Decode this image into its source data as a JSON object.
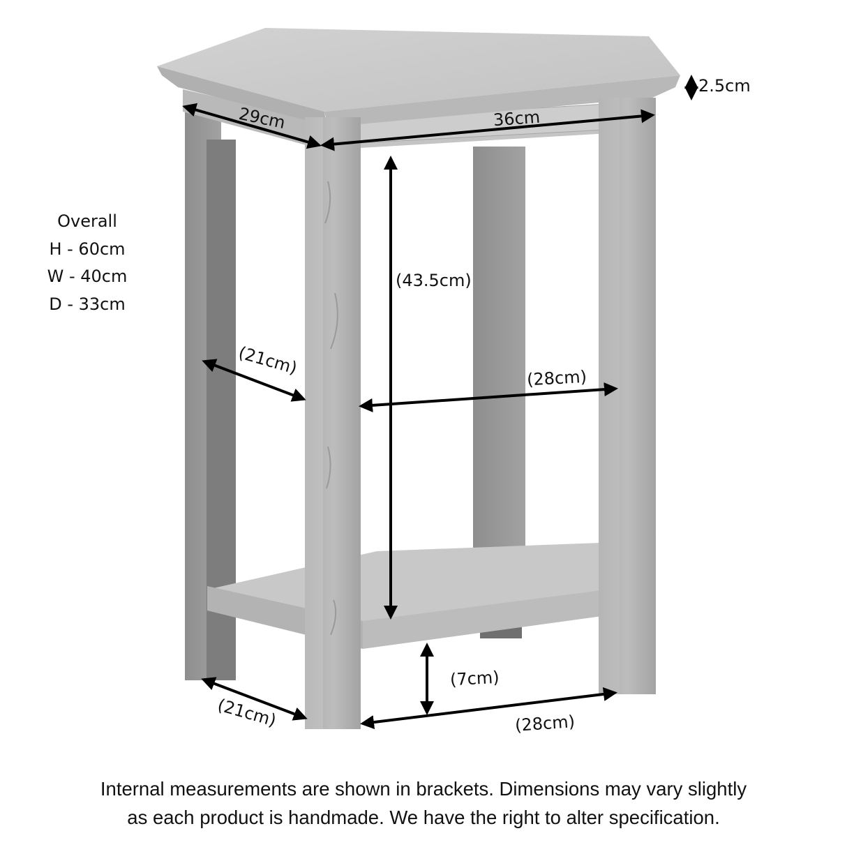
{
  "diagram": {
    "subject": "Two-tier oak side table with lower shelf",
    "colors": {
      "background": "#ffffff",
      "wood_light": "#c9c9c9",
      "wood_mid": "#b5b5b5",
      "wood_dark": "#8f8f8f",
      "arrow": "#000000",
      "text": "#111111"
    },
    "overall": {
      "title": "Overall",
      "height": "H - 60cm",
      "width": "W - 40cm",
      "depth": "D - 33cm"
    },
    "labels": {
      "top_depth": "29cm",
      "top_width": "36cm",
      "top_thickness": "2.5cm",
      "internal_height": "(43.5cm)",
      "upper_internal_depth": "(21cm)",
      "upper_internal_width": "(28cm)",
      "shelf_clearance": "(7cm)",
      "lower_internal_depth": "(21cm)",
      "lower_internal_width": "(28cm)"
    },
    "footer": {
      "line1": "Internal measurements are shown in brackets. Dimensions may vary slightly",
      "line2": "as each product is handmade. We have the right to alter specification."
    }
  }
}
